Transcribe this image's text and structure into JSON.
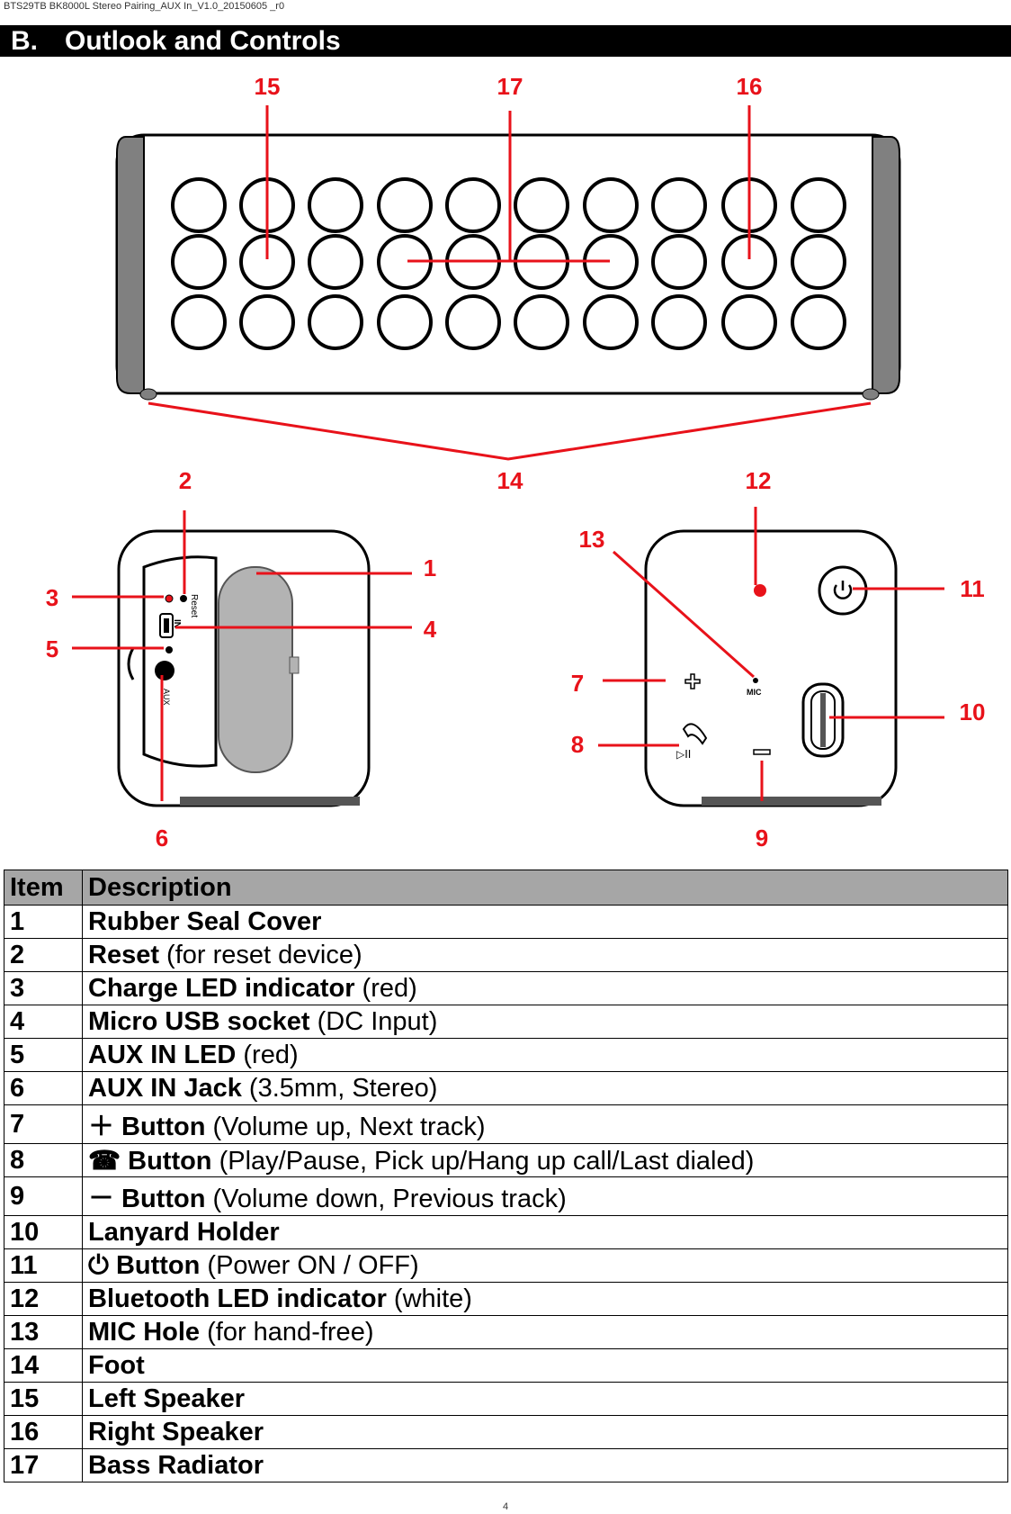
{
  "header": {
    "doc_id": "BTS29TB BK8000L Stereo Pairing_AUX In_V1.0_20150605 _r0"
  },
  "section": {
    "number": "B.",
    "title": "Outlook and Controls"
  },
  "figure": {
    "callouts": [
      "15",
      "17",
      "16",
      "2",
      "14",
      "12",
      "13",
      "1",
      "3",
      "11",
      "4",
      "5",
      "7",
      "10",
      "8",
      "6",
      "9"
    ],
    "device_labels": {
      "reset": "Reset",
      "in": "IN",
      "aux": "AUX",
      "mic": "MIC"
    },
    "colors": {
      "callout": "#e8121a",
      "cover": "#b3b3b3",
      "outline": "#000000"
    }
  },
  "table": {
    "headers": [
      "Item",
      "Description"
    ],
    "rows": [
      {
        "item": "1",
        "icon": "",
        "name": "Rubber Seal Cover",
        "desc": ""
      },
      {
        "item": "2",
        "icon": "",
        "name": "Reset",
        "desc": " (for reset device)"
      },
      {
        "item": "3",
        "icon": "",
        "name": "Charge LED indicator",
        "desc": " (red)"
      },
      {
        "item": "4",
        "icon": "",
        "name": "Micro USB socket",
        "desc": " (DC Input)"
      },
      {
        "item": "5",
        "icon": "",
        "name": "AUX IN LED",
        "desc": " (red)"
      },
      {
        "item": "6",
        "icon": "",
        "name": "AUX IN Jack",
        "desc": " (3.5mm, Stereo)"
      },
      {
        "item": "7",
        "icon": "＋",
        "name": "Button",
        "desc": " (Volume up, Next track)"
      },
      {
        "item": "8",
        "icon": "☎",
        "name": "Button",
        "desc": " (Play/Pause, Pick up/Hang up call/Last dialed)"
      },
      {
        "item": "9",
        "icon": "－",
        "name": "Button",
        "desc": " (Volume down, Previous track)"
      },
      {
        "item": "10",
        "icon": "",
        "name": "Lanyard Holder",
        "desc": ""
      },
      {
        "item": "11",
        "icon": "⏻",
        "name": "Button",
        "desc": " (Power ON / OFF)"
      },
      {
        "item": "12",
        "icon": "",
        "name": "Bluetooth LED indicator",
        "desc": " (white)"
      },
      {
        "item": "13",
        "icon": "",
        "name": "MIC Hole",
        "desc": " (for hand-free)"
      },
      {
        "item": "14",
        "icon": "",
        "name": "Foot",
        "desc": ""
      },
      {
        "item": "15",
        "icon": "",
        "name": "Left Speaker",
        "desc": ""
      },
      {
        "item": "16",
        "icon": "",
        "name": "Right Speaker",
        "desc": ""
      },
      {
        "item": "17",
        "icon": "",
        "name": "Bass Radiator",
        "desc": ""
      }
    ]
  },
  "footer": {
    "page_number": "4"
  }
}
